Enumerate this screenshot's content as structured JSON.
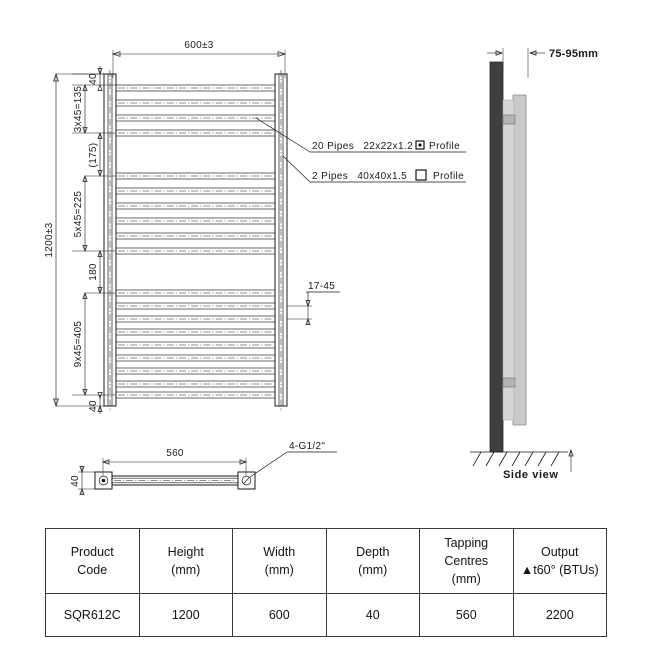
{
  "drawing": {
    "front_view": {
      "dimensions": {
        "overall_width": "600±3",
        "overall_height": "1200±3",
        "top_margin": "40",
        "bottom_margin": "40",
        "group_top": "3x45=135",
        "gap_upper": "(175)",
        "group_middle": "5x45=225",
        "gap_lower": "180",
        "group_bottom": "9x45=405",
        "rung_gap_detail": "17-45"
      },
      "notes": [
        {
          "count": "20  Pipes",
          "size": "22x22x1.2",
          "profile": "Profile"
        },
        {
          "count": "2  Pipes",
          "size": "40x40x1.5",
          "profile": "Profile"
        }
      ]
    },
    "plan_view": {
      "tapping_centres": "560",
      "depth": "40",
      "tapping_callout": "4-G1/2\""
    },
    "side_view": {
      "label": "Side view",
      "projection": "75-95mm",
      "colors": {
        "wall_bar": "#3f3f3f",
        "body_fill": "#c9c9c9",
        "body_edge": "#9a9a9a",
        "bracket": "#b4b4b4"
      }
    }
  },
  "spec_table": {
    "headers": [
      {
        "line1": "Product",
        "line2": "Code",
        "line3": ""
      },
      {
        "line1": "Height",
        "line2": "(mm)",
        "line3": ""
      },
      {
        "line1": "Width",
        "line2": "(mm)",
        "line3": ""
      },
      {
        "line1": "Depth",
        "line2": "(mm)",
        "line3": ""
      },
      {
        "line1": "Tapping",
        "line2": "Centres",
        "line3": "(mm)"
      },
      {
        "line1": "Output",
        "line2": "▲t60° (BTUs)",
        "line3": ""
      }
    ],
    "rows": [
      {
        "product_code": "SQR612C",
        "height": "1200",
        "width": "600",
        "depth": "40",
        "tapping_centres": "560",
        "output_btus": "2200"
      }
    ]
  }
}
